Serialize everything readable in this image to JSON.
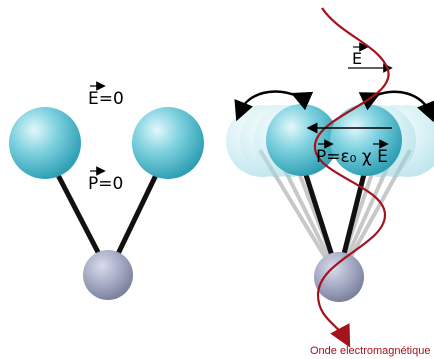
{
  "labels": {
    "e_field_zero": "E=0",
    "polarization_zero": "P=0",
    "e_vector": "E",
    "polarization_formula": "P=ε₀ χ E",
    "wave_caption": "Onde electromagnétique"
  },
  "colors": {
    "atom_blue": "#5cc5d6",
    "atom_blue_light": "#bfe9f0",
    "core_gray": "#9aa0bb",
    "bond": "#111111",
    "bond_ghost": "#bdbdbd",
    "wave_red": "#a3131c",
    "arrow_black": "#000000"
  }
}
